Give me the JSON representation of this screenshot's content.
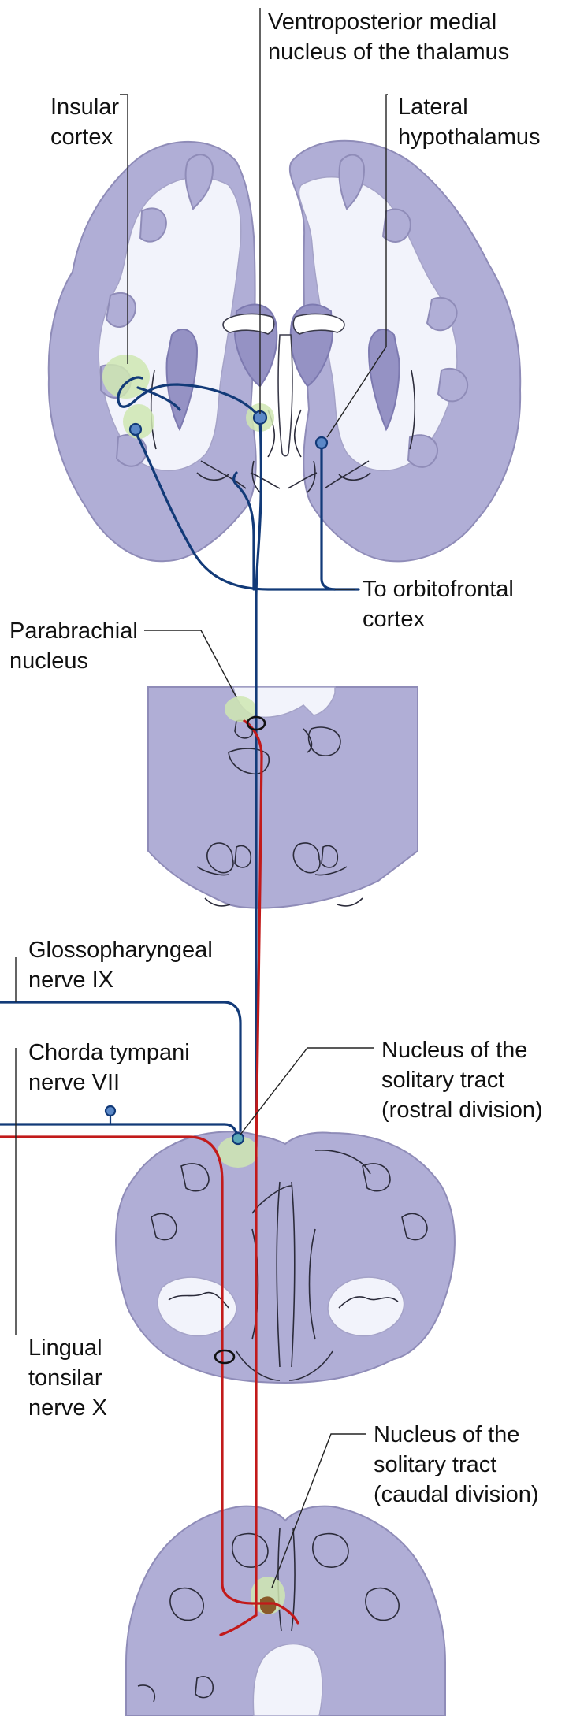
{
  "labels": {
    "vpm_line1": "Ventroposterior medial",
    "vpm_line2": "nucleus of the thalamus",
    "insular_line1": "Insular",
    "insular_line2": "cortex",
    "lateral_hypo_line1": "Lateral",
    "lateral_hypo_line2": "hypothalamus",
    "orbitofrontal_line1": "To orbitofrontal",
    "orbitofrontal_line2": "cortex",
    "parabrachial_line1": "Parabrachial",
    "parabrachial_line2": "nucleus",
    "glosso_line1": "Glossopharyngeal",
    "glosso_line2": "nerve IX",
    "chorda_line1": "Chorda tympani",
    "chorda_line2": "nerve VII",
    "nts_rostral_line1": "Nucleus of the",
    "nts_rostral_line2": "solitary tract",
    "nts_rostral_line3": "(rostral division)",
    "lingual_line1": "Lingual",
    "lingual_line2": "tonsilar",
    "lingual_line3": "nerve X",
    "nts_caudal_line1": "Nucleus of the",
    "nts_caudal_line2": "solitary tract",
    "nts_caudal_line3": "(caudal division)"
  },
  "colors": {
    "tissue": "#b0aed6",
    "pathway_blue": "#123a78",
    "pathway_red": "#c21a1a",
    "nucleus_highlight": "#cfe6b2"
  }
}
